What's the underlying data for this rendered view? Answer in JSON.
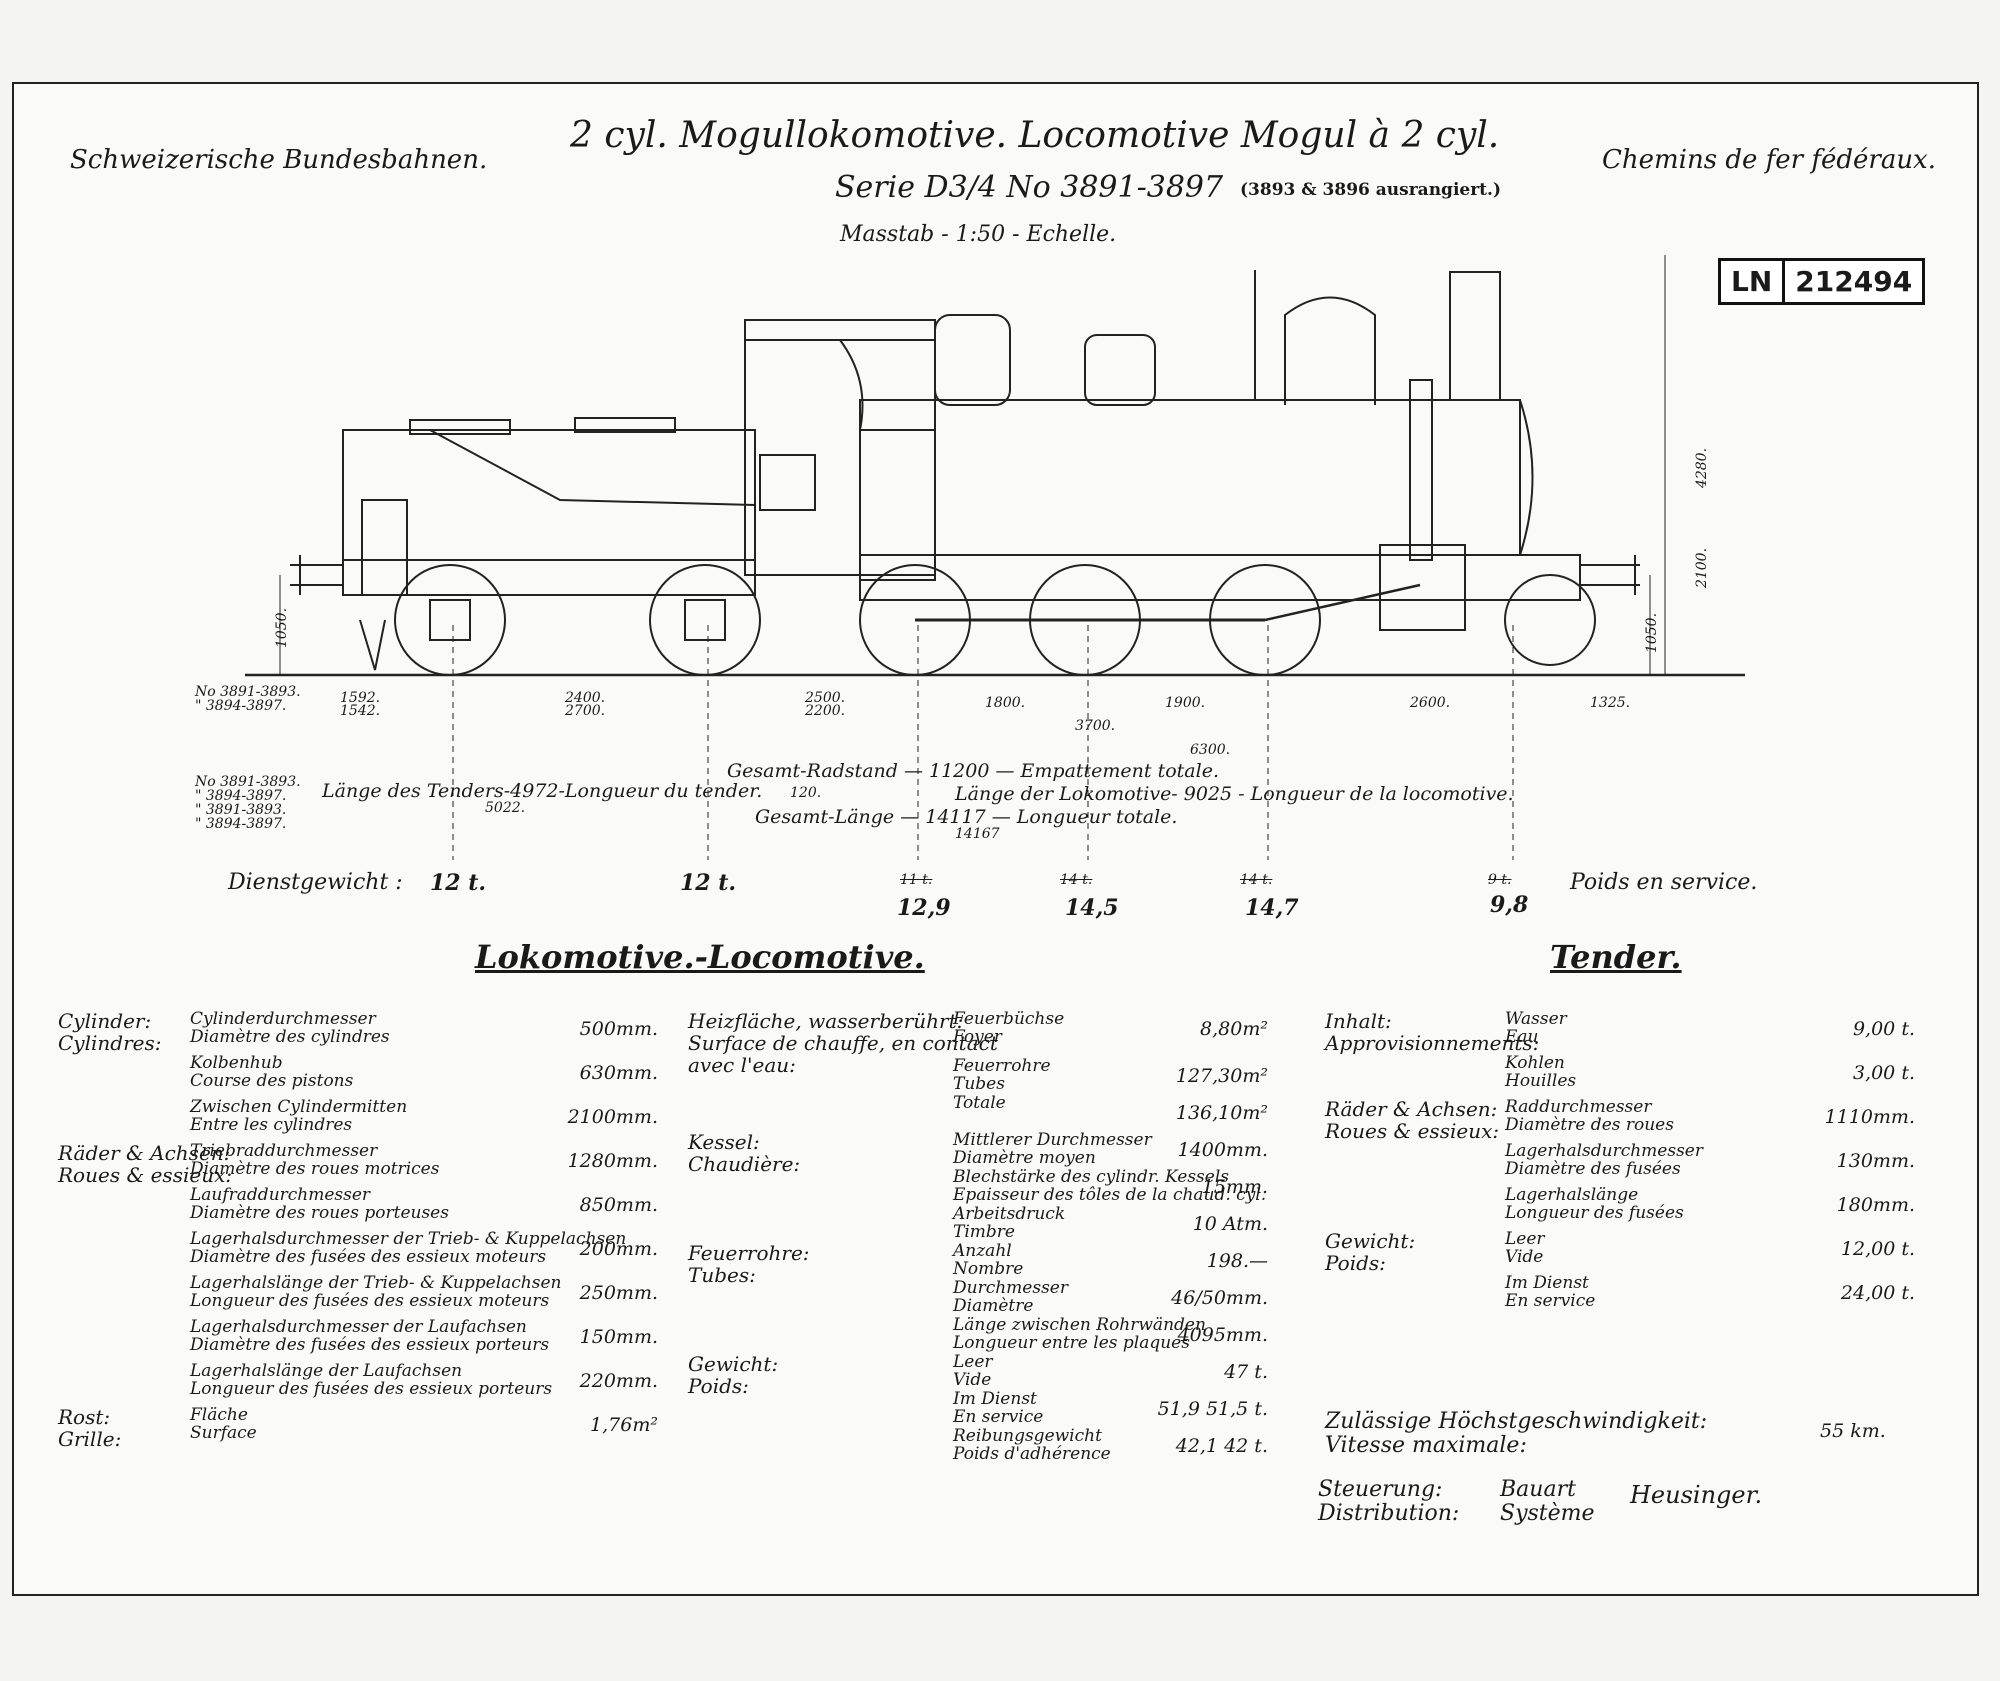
{
  "header": {
    "left": "Schweizerische Bundesbahnen.",
    "right": "Chemins de fer fédéraux.",
    "title": "2 cyl. Mogullokomotive. Locomotive Mogul à 2 cyl.",
    "series": "Serie D3/4 No 3891-3897",
    "series_note": "(3893 & 3896 ausrangiert.)",
    "scale": "Masstab - 1:50 - Echelle.",
    "stamp_prefix": "LN",
    "stamp_number": "212494"
  },
  "drawing": {
    "dims_vertical": [
      "4280.",
      "2100.",
      "1050.",
      "1050."
    ],
    "rows_top_label_a": "No 3891-3893.",
    "rows_top_label_b": "\" 3894-3897.",
    "spacings": [
      {
        "a": "1592.",
        "b": "1542."
      },
      {
        "a": "2400.",
        "b": "2700."
      },
      {
        "a": "2500.",
        "b": "2200."
      },
      {
        "a": "1800.",
        "b": ""
      },
      {
        "a": "1900.",
        "b": ""
      },
      {
        "a": "2600.",
        "b": ""
      },
      {
        "a": "1325.",
        "b": ""
      }
    ],
    "dim_3700": "3700.",
    "dim_6300": "6300.",
    "dim_120": "120.",
    "labels_left": [
      "No 3891-3893.",
      "\" 3894-3897.",
      "\" 3891-3893.",
      "\" 3894-3897."
    ],
    "tender_length": "Länge des Tenders-4972-Longueur du tender.",
    "tender_length_alt": "5022.",
    "wheelbase": "Gesamt-Radstand  —  11200 — Empattement totale.",
    "loco_length": "Länge der Lokomotive- 9025 - Longueur de la locomotive.",
    "total_length": "Gesamt-Länge  —  14117 — Longueur totale.",
    "total_length_alt": "14167"
  },
  "service_weight": {
    "label_de": "Dienstgewicht :",
    "label_fr": "Poids en service.",
    "values": [
      {
        "text": "12 t.",
        "strike": ""
      },
      {
        "text": "12 t.",
        "strike": ""
      },
      {
        "text": "12,9",
        "strike": "11 t."
      },
      {
        "text": "14,5",
        "strike": "14 t."
      },
      {
        "text": "14,7",
        "strike": "14 t."
      },
      {
        "text": "9,8",
        "strike": "9 t."
      }
    ]
  },
  "sections": {
    "locomotive": "Lokomotive.-Locomotive.",
    "tender": "Tender."
  },
  "loco_col1": [
    {
      "group": "Cylinder:\nCylindres:",
      "de": "Cylinderdurchmesser",
      "fr": "Diamètre des cylindres",
      "value": "500mm."
    },
    {
      "group": "",
      "de": "Kolbenhub",
      "fr": "Course des pistons",
      "value": "630mm."
    },
    {
      "group": "",
      "de": "Zwischen Cylindermitten",
      "fr": "Entre les cylindres",
      "value": "2100mm."
    },
    {
      "group": "Räder & Achsen:\nRoues & essieux:",
      "de": "Triebraddurchmesser",
      "fr": "Diamètre des roues motrices",
      "value": "1280mm."
    },
    {
      "group": "",
      "de": "Laufraddurchmesser",
      "fr": "Diamètre des roues porteuses",
      "value": "850mm."
    },
    {
      "group": "",
      "de": "Lagerhalsdurchmesser der Trieb- & Kuppelachsen",
      "fr": "Diamètre des fusées des essieux moteurs",
      "value": "200mm."
    },
    {
      "group": "",
      "de": "Lagerhalslänge der Trieb- & Kuppelachsen",
      "fr": "Longueur des fusées des essieux moteurs",
      "value": "250mm."
    },
    {
      "group": "",
      "de": "Lagerhalsdurchmesser der Laufachsen",
      "fr": "Diamètre des fusées des essieux porteurs",
      "value": "150mm."
    },
    {
      "group": "",
      "de": "Lagerhalslänge der Laufachsen",
      "fr": "Longueur des fusées des essieux porteurs",
      "value": "220mm."
    },
    {
      "group": "Rost:\nGrille:",
      "de": "Fläche",
      "fr": "Surface",
      "value": "1,76m²"
    }
  ],
  "loco_col2": [
    {
      "group": "Heizfläche, wasserberührt:\nSurface de chauffe, en contact\navec l'eau:",
      "de": "Feuerbüchse",
      "fr": "Foyer",
      "value": "8,80m²"
    },
    {
      "group": "",
      "de": "Feuerrohre",
      "fr": "Tubes",
      "value": "127,30m²"
    },
    {
      "group": "",
      "de": "Totale",
      "fr": "",
      "value": "136,10m²"
    },
    {
      "group": "Kessel:\nChaudière:",
      "de": "Mittlerer Durchmesser",
      "fr": "Diamètre moyen",
      "value": "1400mm."
    },
    {
      "group": "",
      "de": "Blechstärke des cylindr. Kessels",
      "fr": "Epaisseur des tôles de la chaud. cyl.",
      "value": "15mm."
    },
    {
      "group": "",
      "de": "Arbeitsdruck",
      "fr": "Timbre",
      "value": "10 Atm."
    },
    {
      "group": "Feuerrohre:\nTubes:",
      "de": "Anzahl",
      "fr": "Nombre",
      "value": "198.—"
    },
    {
      "group": "",
      "de": "Durchmesser",
      "fr": "Diamètre",
      "value": "46/50mm."
    },
    {
      "group": "",
      "de": "Länge zwischen Rohrwänden",
      "fr": "Longueur entre les plaques",
      "value": "4095mm."
    },
    {
      "group": "Gewicht:\nPoids:",
      "de": "Leer",
      "fr": "Vide",
      "value": "47 t."
    },
    {
      "group": "",
      "de": "Im Dienst",
      "fr": "En service",
      "value": "51,9  51,5 t."
    },
    {
      "group": "",
      "de": "Reibungsgewicht",
      "fr": "Poids d'adhérence",
      "value": "42,1  42 t."
    }
  ],
  "tender_col": [
    {
      "group": "Inhalt:\nApprovisionnements:",
      "de": "Wasser",
      "fr": "Eau",
      "value": "9,00 t."
    },
    {
      "group": "",
      "de": "Kohlen",
      "fr": "Houilles",
      "value": "3,00 t."
    },
    {
      "group": "Räder & Achsen:\nRoues & essieux:",
      "de": "Raddurchmesser",
      "fr": "Diamètre des roues",
      "value": "1110mm."
    },
    {
      "group": "",
      "de": "Lagerhalsdurchmesser",
      "fr": "Diamètre des fusées",
      "value": "130mm."
    },
    {
      "group": "",
      "de": "Lagerhalslänge",
      "fr": "Longueur des fusées",
      "value": "180mm."
    },
    {
      "group": "Gewicht:\nPoids:",
      "de": "Leer",
      "fr": "Vide",
      "value": "12,00 t."
    },
    {
      "group": "",
      "de": "Im Dienst",
      "fr": "En service",
      "value": "24,00 t."
    }
  ],
  "speed": {
    "de": "Zulässige Höchstgeschwindigkeit:",
    "fr": "Vitesse maximale:",
    "value": "55 km."
  },
  "valve_gear": {
    "de": "Steuerung:",
    "fr": "Distribution:",
    "type_de": "Bauart",
    "type_fr": "Système",
    "name": "Heusinger."
  }
}
